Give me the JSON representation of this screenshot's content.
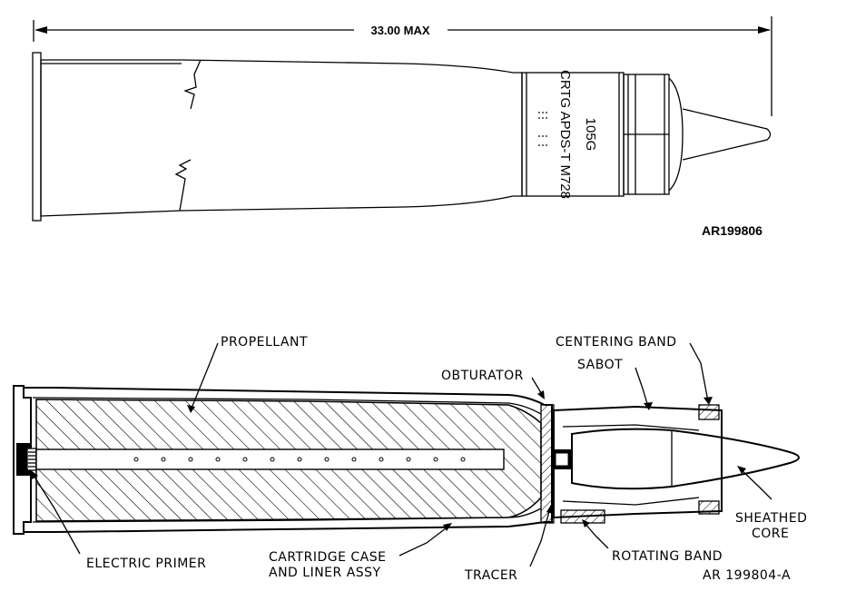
{
  "top_view": {
    "dimension_label": "33.00 MAX",
    "case_marking_line1": "105G",
    "case_marking_line2": "CRTG APDS-T M728",
    "reference_code": "AR199806"
  },
  "section_view": {
    "labels": {
      "propellant": "PROPELLANT",
      "obturator": "OBTURATOR",
      "centering_band": "CENTERING BAND",
      "sabot": "SABOT",
      "sheathed_core_line1": "SHEATHED",
      "sheathed_core_line2": "CORE",
      "electric_primer": "ELECTRIC PRIMER",
      "cartridge_case_line1": "CARTRIDGE CASE",
      "cartridge_case_line2": "AND LINER ASSY",
      "tracer": "TRACER",
      "rotating_band": "ROTATING BAND"
    },
    "reference_code": "AR 199804-A"
  }
}
